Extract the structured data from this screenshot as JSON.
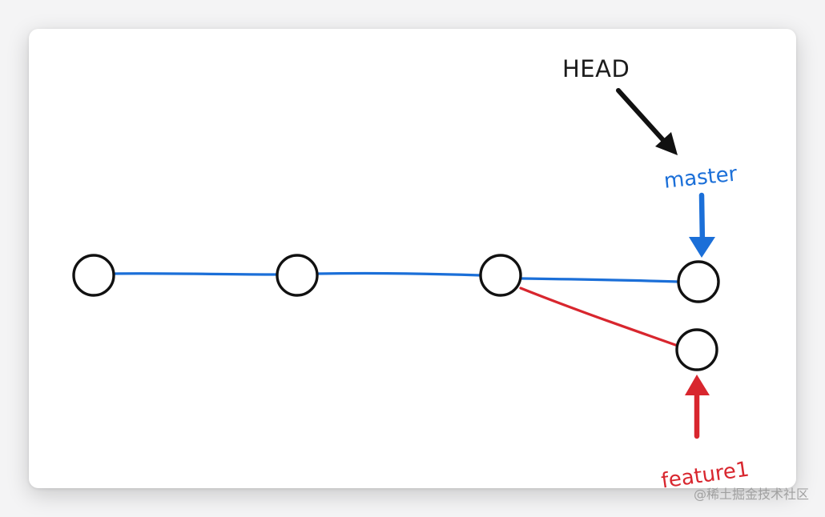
{
  "labels": {
    "head": "HEAD",
    "master": "master",
    "feature": "feature1"
  },
  "watermark": "@稀土掘金技术社区",
  "colors": {
    "main_branch": "#1b6fd8",
    "feature_branch": "#d8262e",
    "node_stroke": "#111111",
    "head_arrow": "#111111"
  },
  "icons": {
    "head_pointer": "arrow-down-right",
    "master_pointer": "arrow-down",
    "feature_pointer": "arrow-up"
  }
}
